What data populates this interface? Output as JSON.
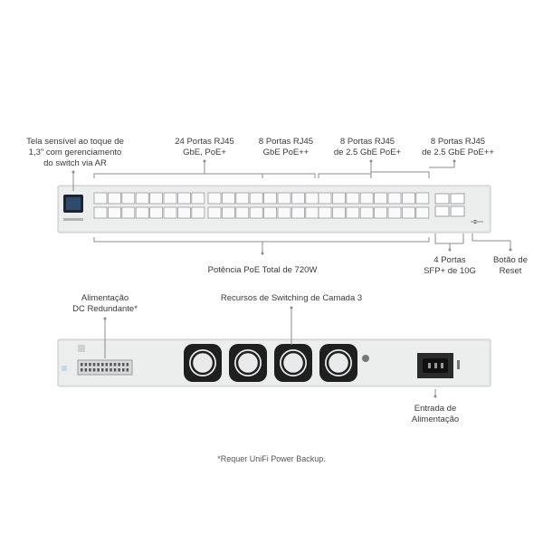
{
  "front_labels": {
    "screen": [
      "Tela sensível ao toque de",
      "1,3\" com gerenciamento",
      "do switch via AR"
    ],
    "rj45_poe": [
      "24 Portas RJ45",
      "GbE, PoE+"
    ],
    "rj45_poepp": [
      "8 Portas RJ45",
      "GbE PoE++"
    ],
    "rj45_25_poe": [
      "8 Portas RJ45",
      "de 2.5 GbE PoE+"
    ],
    "rj45_25_poepp": [
      "8 Portas RJ45",
      "de 2.5 GbE PoE++"
    ],
    "sfp": [
      "4 Portas",
      "SFP+ de 10G"
    ],
    "reset": [
      "Botão de",
      "Reset"
    ],
    "poe_total": "Potência PoE Total de 720W"
  },
  "rear_labels": {
    "dc_power": [
      "Alimentação",
      "DC Redundante*"
    ],
    "layer3": "Recursos de Switching de Camada 3",
    "ac_power": [
      "Entrada de",
      "Alimentação"
    ]
  },
  "footnote": "*Requer UniFi Power Backup.",
  "colors": {
    "chassis": "#e6e7e9",
    "chassis_border": "#c9cbce",
    "port": "#f7f7f8",
    "line": "#8a8c8f",
    "fan": "#1f1f1f"
  }
}
